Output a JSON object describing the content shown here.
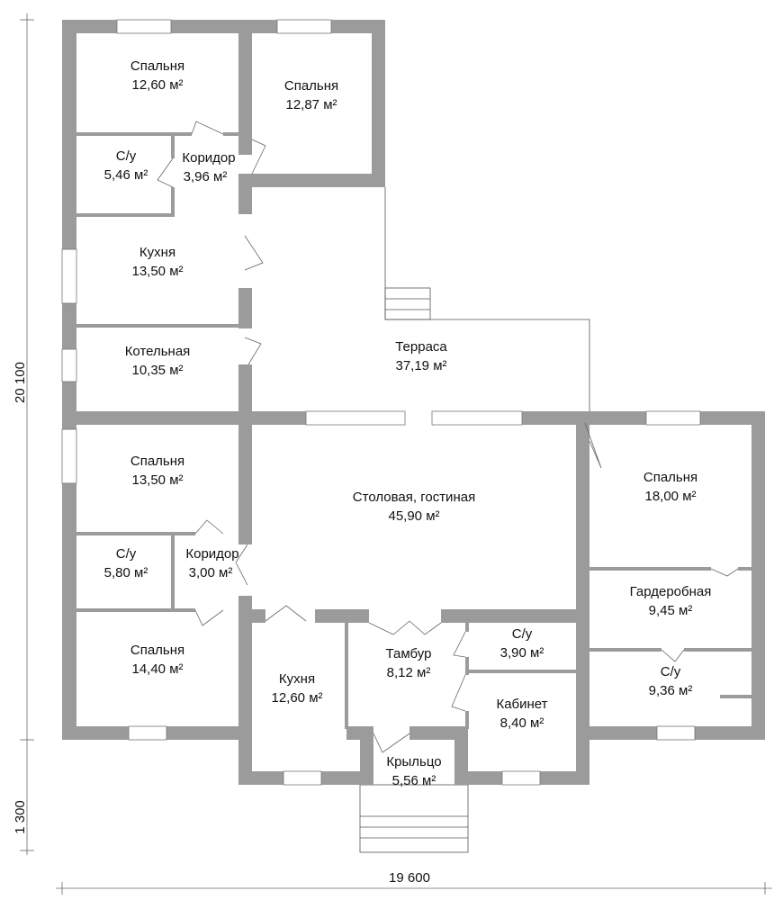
{
  "rooms": [
    {
      "name": "Спальня",
      "area": "12,60 м²"
    },
    {
      "name": "Спальня",
      "area": "12,87 м²"
    },
    {
      "name": "С/у",
      "area": "5,46 м²"
    },
    {
      "name": "Коридор",
      "area": "3,96 м²"
    },
    {
      "name": "Кухня",
      "area": "13,50 м²"
    },
    {
      "name": "Котельная",
      "area": "10,35 м²"
    },
    {
      "name": "Терраса",
      "area": "37,19 м²"
    },
    {
      "name": "Спальня",
      "area": "13,50 м²"
    },
    {
      "name": "Столовая, гостиная",
      "area": "45,90 м²"
    },
    {
      "name": "Спальня",
      "area": "18,00 м²"
    },
    {
      "name": "С/у",
      "area": "5,80 м²"
    },
    {
      "name": "Коридор",
      "area": "3,00 м²"
    },
    {
      "name": "Гардеробная",
      "area": "9,45 м²"
    },
    {
      "name": "Спальня",
      "area": "14,40 м²"
    },
    {
      "name": "Кухня",
      "area": "12,60 м²"
    },
    {
      "name": "Тамбур",
      "area": "8,12 м²"
    },
    {
      "name": "С/у",
      "area": "3,90 м²"
    },
    {
      "name": "Кабинет",
      "area": "8,40 м²"
    },
    {
      "name": "С/у",
      "area": "9,36 м²"
    },
    {
      "name": "Крыльцо",
      "area": "5,56 м²"
    }
  ],
  "dimensions": {
    "height_total": "20 100",
    "porch_depth": "1 300",
    "width_total": "19 600"
  }
}
